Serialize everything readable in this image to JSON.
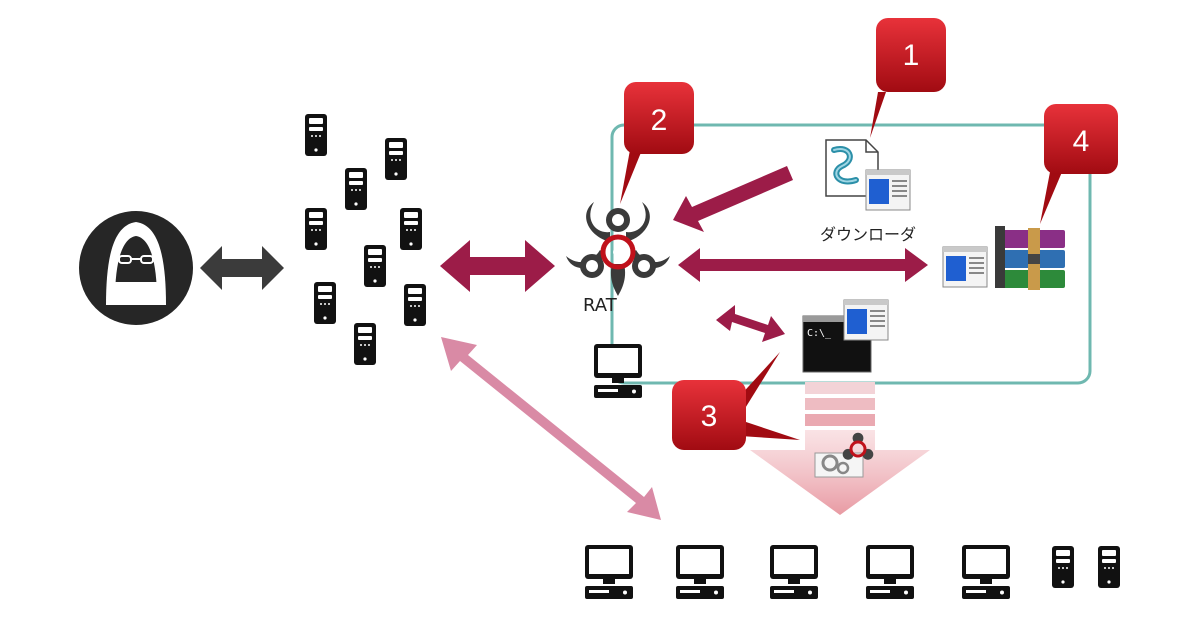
{
  "labels": {
    "rat": "RAT",
    "downloader": "ダウンローダ",
    "console_prompt": "C:\\_"
  },
  "callouts": [
    {
      "id": "callout-1",
      "text": "1"
    },
    {
      "id": "callout-2",
      "text": "2"
    },
    {
      "id": "callout-3",
      "text": "3"
    },
    {
      "id": "callout-4",
      "text": "4"
    }
  ],
  "icons": {
    "attacker": "hooded-hacker-icon",
    "c2_servers": "server-tower-icon",
    "malware": "biohazard-icon",
    "downloader": "script-document-icon",
    "archive": "winrar-archive-icon",
    "console": "command-prompt-icon",
    "computer": "desktop-computer-icon"
  },
  "colors": {
    "accent_red": "#c0111b",
    "arrow_maroon": "#9c1c48",
    "arrow_pink": "#d98aa5",
    "network_box": "#6fb8b0",
    "spread_arrow": "#e8a0a8"
  }
}
